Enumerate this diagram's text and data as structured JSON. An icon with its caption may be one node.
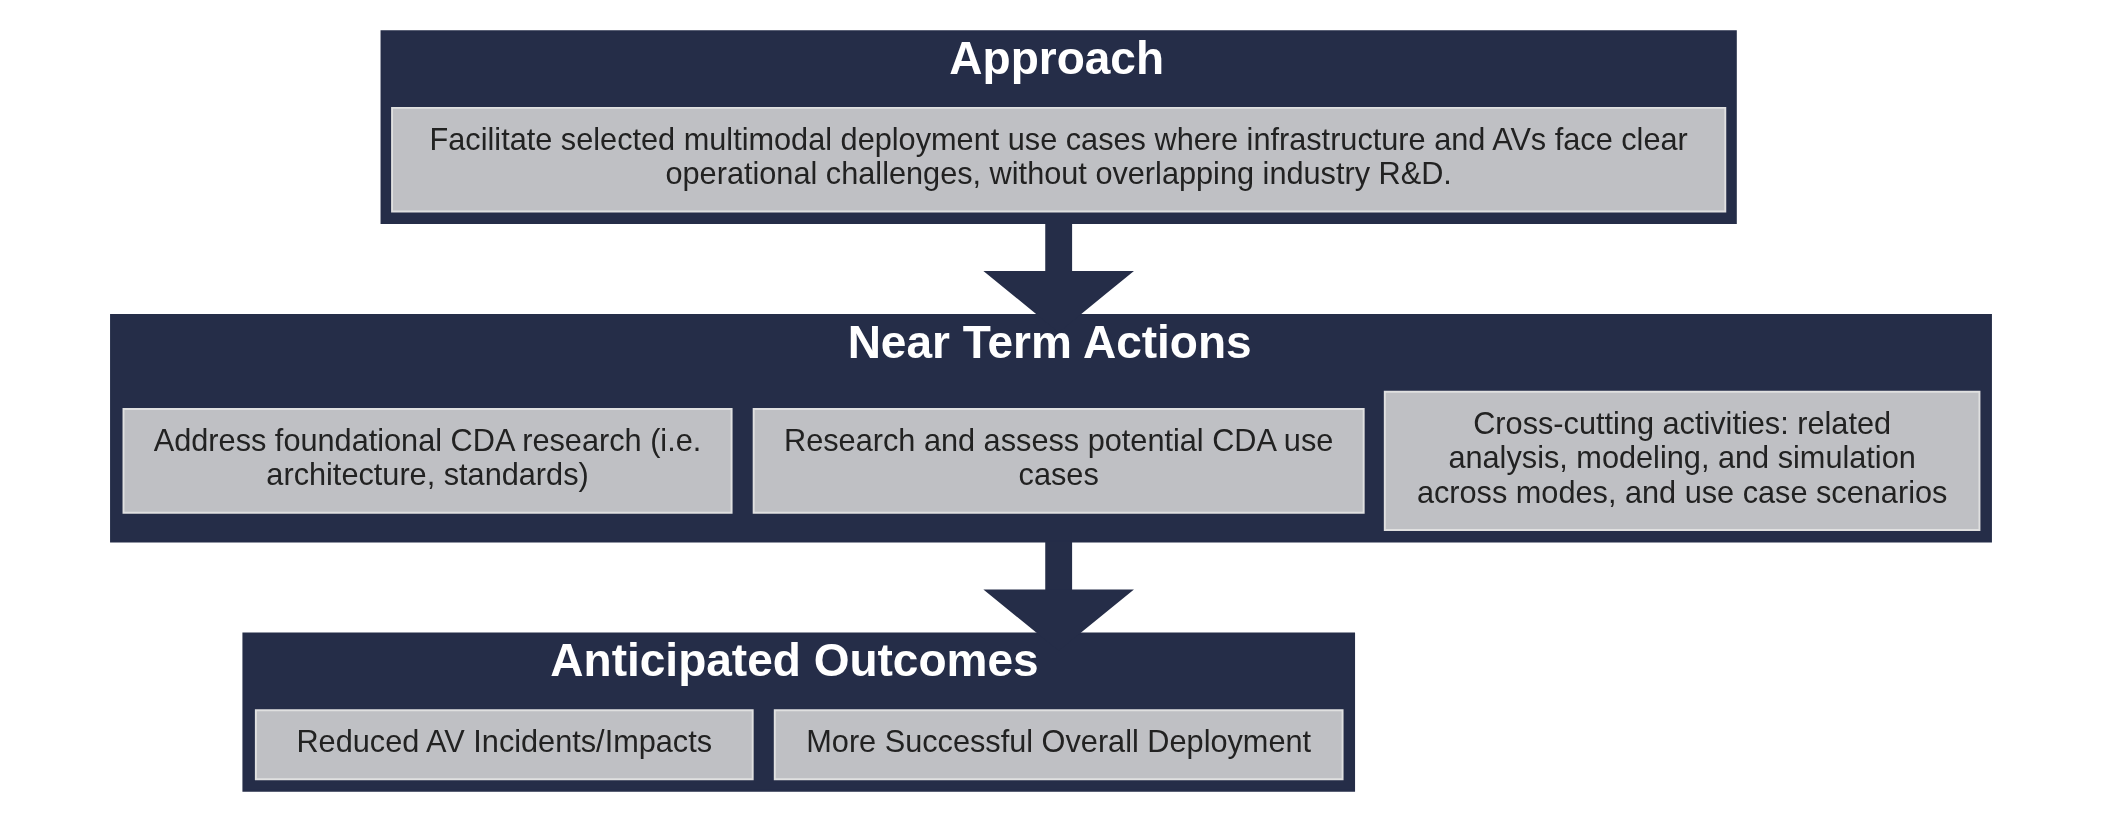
{
  "diagram": {
    "nodes": [
      {
        "text": [
          "Approach"
        ]
      },
      {
        "text": [
          "Facilitate selected multimodal deployment use cases where infrastructure and AVs face clear operational challenges, without overlapping industry R&D."
        ],
        "in": 0
      },
      {
        "text": [
          "Near Term Actions"
        ]
      },
      {
        "text": [
          "Address foundational CDA research (i.e. architecture, standards)"
        ],
        "in": 2
      },
      {
        "text": [
          "Research and assess potential CDA use cases"
        ],
        "in": 2
      },
      {
        "text": [
          "Cross-cutting activities: related analysis, modeling, and simulation across modes, and use case scenarios"
        ],
        "in": 2
      },
      {
        "text": [
          "Anticipated Outcomes"
        ]
      },
      {
        "text": [
          "Reduced AV Incidents/Impacts"
        ],
        "in": 6
      },
      {
        "text": [
          "More Successful Overall Deployment"
        ],
        "in": 6
      }
    ],
    "edges": [
      {
        "from": 0,
        "to": 2,
        "arrow": "to"
      },
      {
        "from": 2,
        "to": 6,
        "arrow": "to"
      }
    ]
  }
}
